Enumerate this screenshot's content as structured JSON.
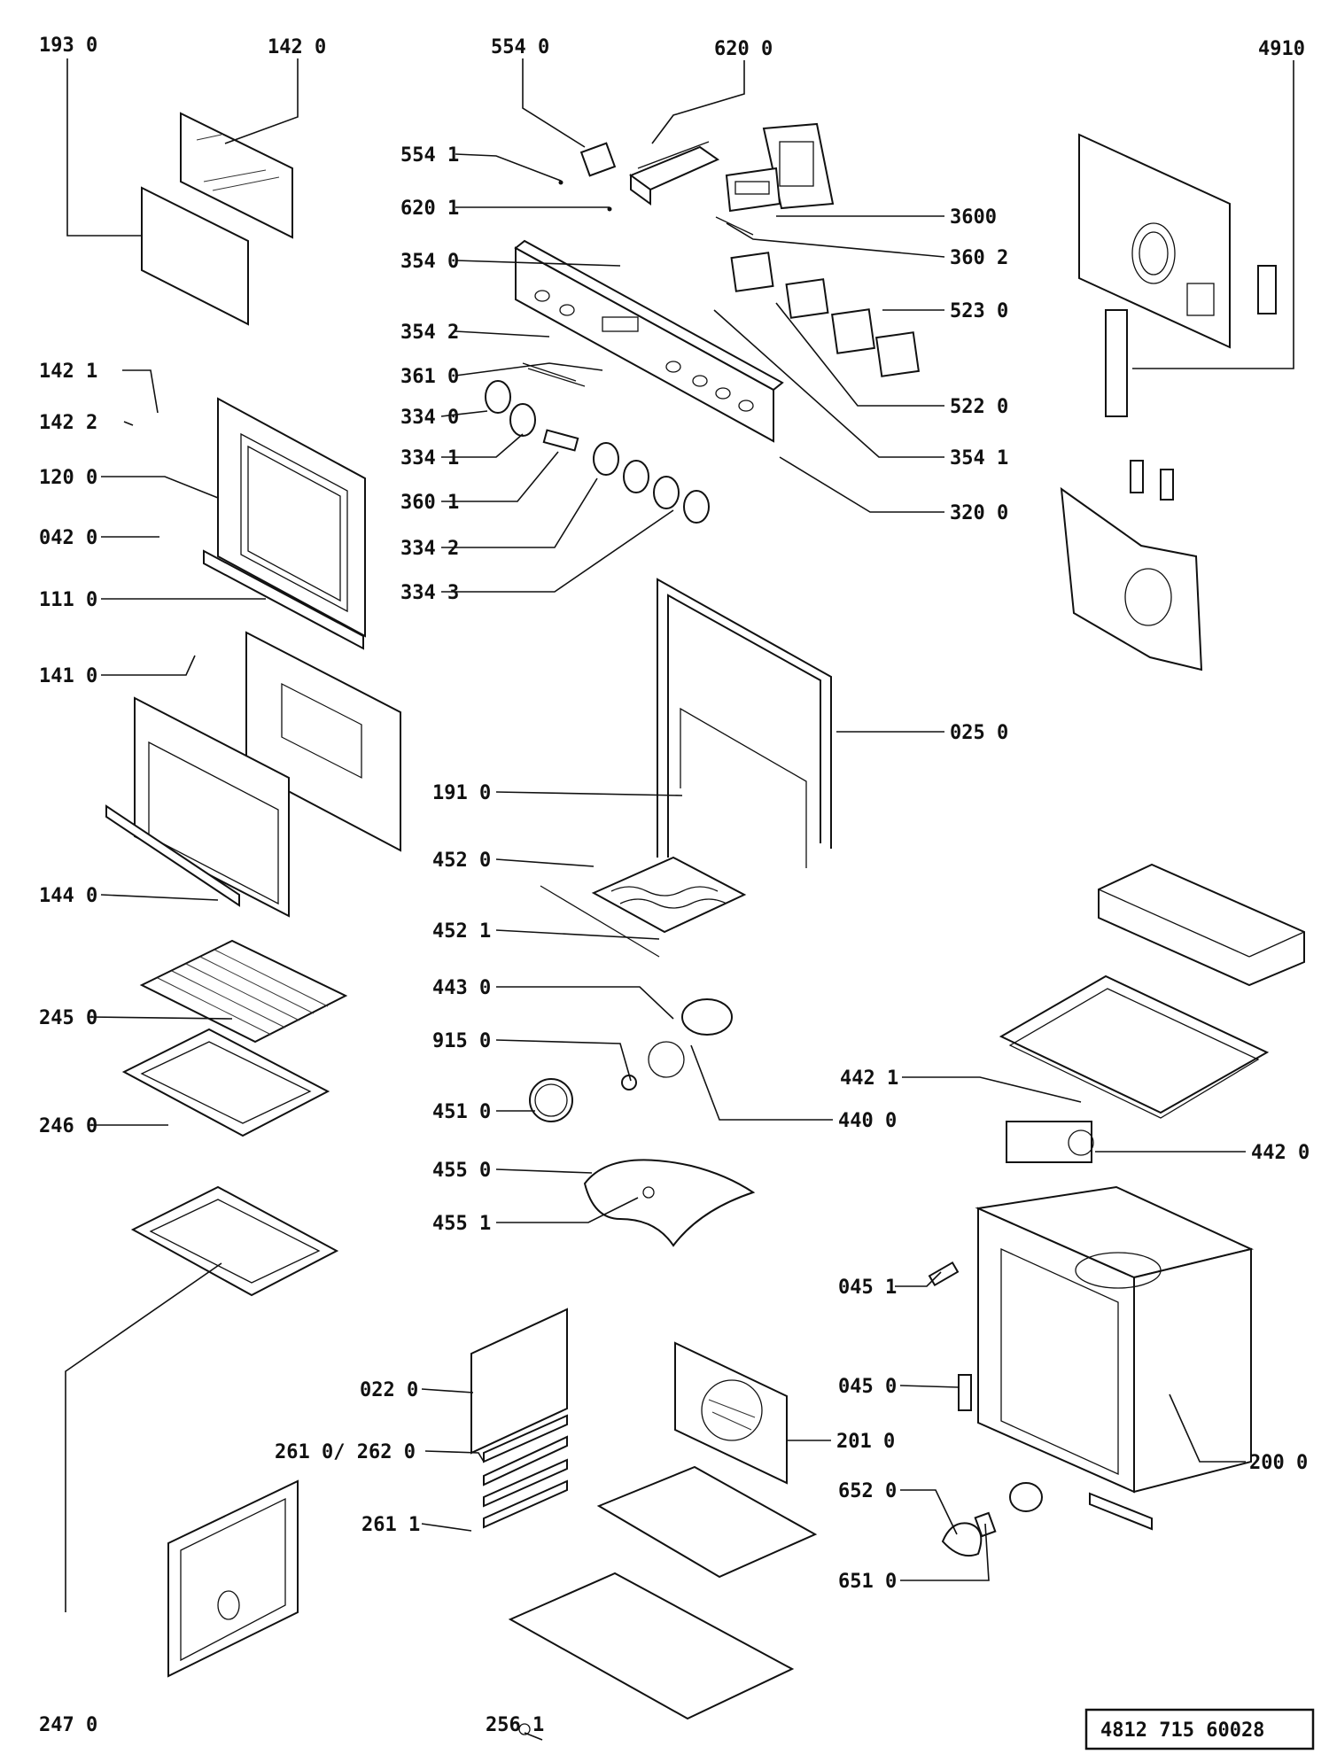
{
  "document_ref": "4812 715 60028",
  "labels": {
    "p1930": "193 0",
    "p1420": "142 0",
    "p5540": "554 0",
    "p6200": "620 0",
    "p4910": "4910",
    "p5541": "554 1",
    "p6201": "620 1",
    "p3600": "3600",
    "p3602": "360 2",
    "p3540": "354 0",
    "p3542": "354 2",
    "p5230": "523 0",
    "p3610": "361 0",
    "p3340": "334 0",
    "p5220": "522 0",
    "p3341": "334 1",
    "p3541": "354 1",
    "p3601": "360 1",
    "p3200": "320 0",
    "p3342": "334 2",
    "p3343": "334 3",
    "p1421": "142 1",
    "p1422": "142 2",
    "p1200": "120 0",
    "p0420": "042 0",
    "p1110": "111 0",
    "p1410": "141 0",
    "p0250": "025 0",
    "p1910": "191 0",
    "p4520": "452 0",
    "p1440": "144 0",
    "p4521": "452 1",
    "p4430": "443 0",
    "p2450": "245 0",
    "p9150": "915 0",
    "p4421": "442 1",
    "p4400": "440 0",
    "p4510": "451 0",
    "p2460": "246 0",
    "p4420": "442 0",
    "p4550": "455 0",
    "p4551": "455 1",
    "p0451": "045 1",
    "p0220": "022 0",
    "p0450": "045 0",
    "p2610": "261  0/ 262 0",
    "p2010": "201 0",
    "p2000": "200 0",
    "p2611": "261 1",
    "p6520": "652 0",
    "p6510": "651 0",
    "p2470": "247 0",
    "p2561": "256 1"
  }
}
